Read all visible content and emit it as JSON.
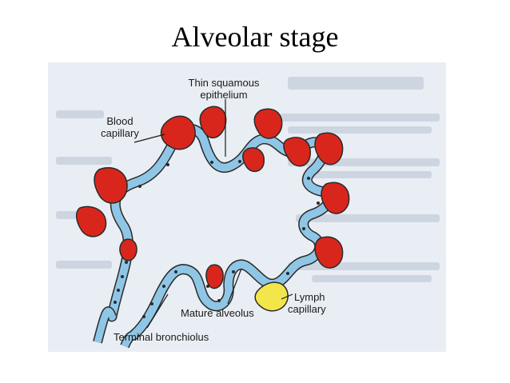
{
  "slide": {
    "title": "Alveolar stage"
  },
  "diagram": {
    "labels": {
      "thin_squamous_line1": "Thin squamous",
      "thin_squamous_line2": "epithelium",
      "blood_capillary_line1": "Blood",
      "blood_capillary_line2": "capillary",
      "lymph_capillary_line1": "Lymph",
      "lymph_capillary_line2": "capillary",
      "mature_alveolus": "Mature alveolus",
      "terminal_bronchiolus": "Terminal bronchiolus"
    },
    "colors": {
      "background": "#e9eef4",
      "epithelium": "#8fc6e6",
      "epithelium_stroke": "#2a2a2a",
      "blood_capillary": "#d9261c",
      "lymph_capillary": "#f2e64a",
      "ghost_text": "#c9d3de"
    }
  }
}
